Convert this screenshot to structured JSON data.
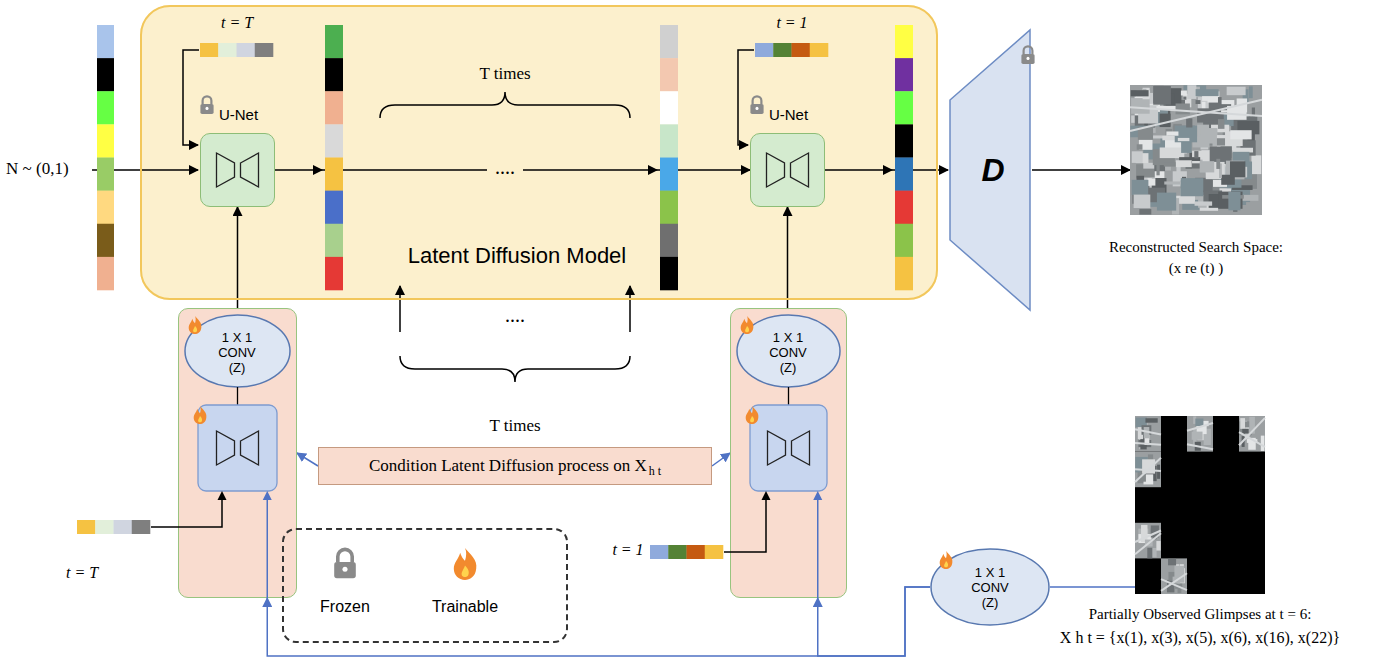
{
  "diagram": {
    "nodes": [
      {
        "text": [
          "Latent Diffusion Model"
        ]
      },
      {
        "text": [
          "U-Net"
        ],
        "in": 0
      },
      {
        "text": [
          "U-Net"
        ],
        "in": 0
      },
      {
        "text": [
          "D"
        ]
      },
      {
        "text": [
          "1 X 1 CONV (Z)"
        ]
      },
      {
        "text": [
          "1 X 1 CONV (Z)"
        ]
      },
      {
        "text": [
          "Condition Latent Diffusion process on X",
          "h t"
        ]
      },
      {
        "text": [
          "1 X 1 CONV (Z)"
        ]
      },
      {
        "text": [
          "Reconstructed Search Space: (x re (t) )"
        ]
      },
      {
        "text": [
          "Partially Observed Glimpses at t = 6:",
          "X h t = {x(1), x(3), x(5), x(6), x(16), x(22)}"
        ]
      }
    ],
    "edges": [
      {
        "from": 1,
        "to": 2,
        "arrow": "to"
      },
      {
        "from": 2,
        "to": 3,
        "arrow": "to"
      },
      {
        "from": 3,
        "to": 8,
        "arrow": "to"
      },
      {
        "from": 4,
        "to": 1,
        "arrow": "to"
      },
      {
        "from": 5,
        "to": 2,
        "arrow": "to"
      },
      {
        "from": 6,
        "to": 4,
        "arrow": "to"
      },
      {
        "from": 6,
        "to": 5,
        "arrow": "to"
      },
      {
        "from": 7,
        "to": 4,
        "arrow": "to"
      },
      {
        "from": 7,
        "to": 5,
        "arrow": "to"
      },
      {
        "from": 9,
        "to": 7,
        "arrow": "none"
      }
    ],
    "labels": [
      "N ~ (0,1)",
      "t = T",
      "T times",
      "....",
      "t = 1",
      "....",
      "T times",
      "t = T",
      "t = 1"
    ],
    "legend": [
      {
        "text": "Frozen"
      },
      {
        "text": "Trainable"
      }
    ]
  }
}
